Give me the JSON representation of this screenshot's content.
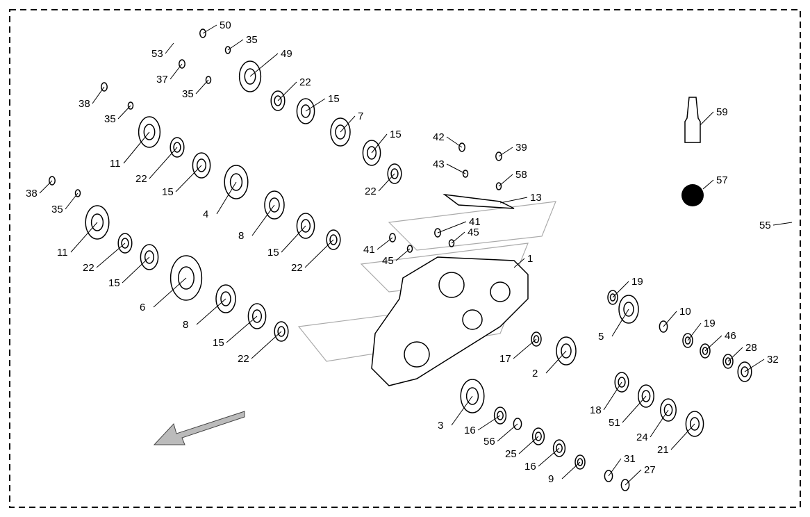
{
  "diagram": {
    "type": "exploded-parts-view",
    "callouts": [
      "50",
      "35",
      "53",
      "49",
      "37",
      "35",
      "22",
      "38",
      "35",
      "15",
      "7",
      "15",
      "42",
      "39",
      "59",
      "11",
      "22",
      "43",
      "15",
      "58",
      "57",
      "22",
      "13",
      "38",
      "35",
      "4",
      "41",
      "55",
      "8",
      "45",
      "11",
      "41",
      "15",
      "22",
      "45",
      "1",
      "22",
      "15",
      "19",
      "6",
      "10",
      "8",
      "19",
      "46",
      "5",
      "28",
      "15",
      "17",
      "32",
      "22",
      "2",
      "18",
      "51",
      "3",
      "16",
      "24",
      "56",
      "21",
      "25",
      "16",
      "31",
      "9",
      "27"
    ]
  }
}
